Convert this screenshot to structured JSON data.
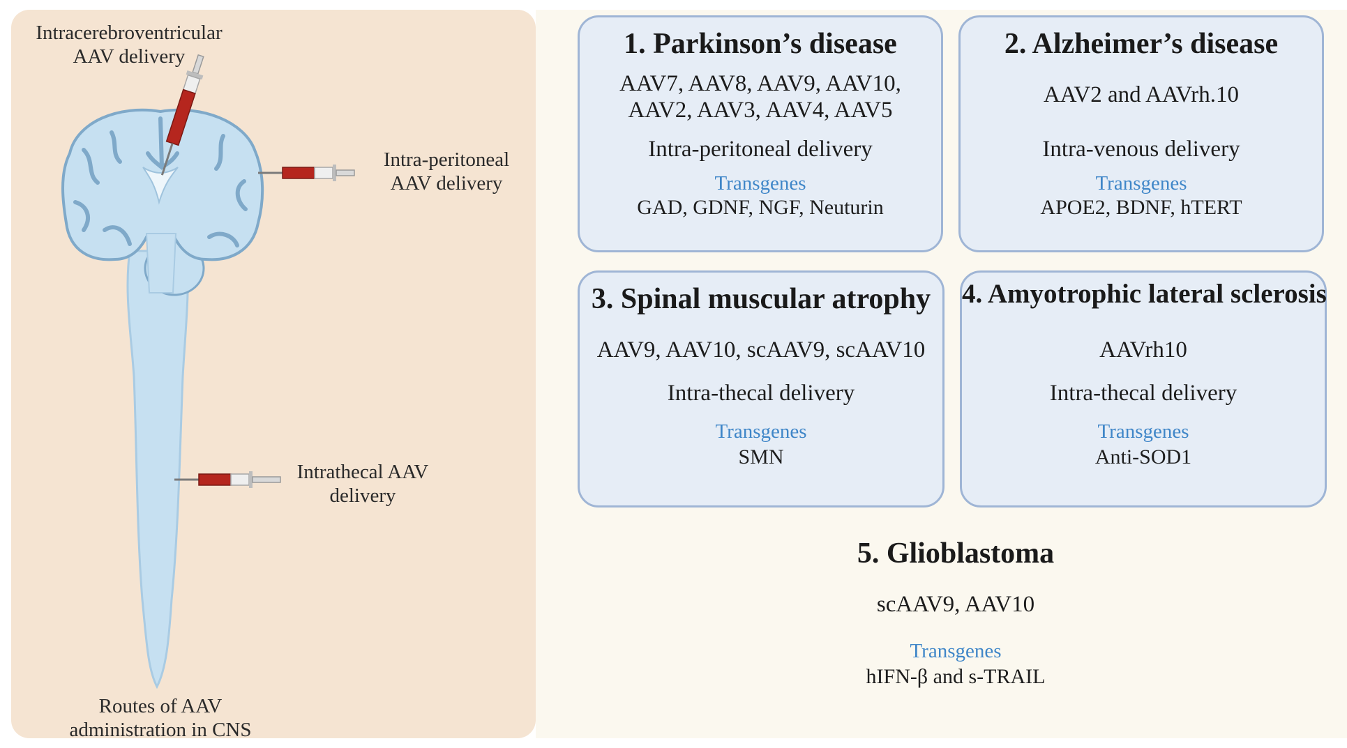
{
  "routes": {
    "icv_line1": "Intracerebroventricular",
    "icv_line2": "AAV delivery",
    "ip_line1": "Intra-peritoneal",
    "ip_line2": "AAV delivery",
    "it_line1": "Intrathecal AAV",
    "it_line2": "delivery",
    "caption_line1": "Routes of AAV",
    "caption_line2": "administration in CNS"
  },
  "diseases": [
    {
      "title": "1.  Parkinson’s disease",
      "serotypes_line1": "AAV7, AAV8, AAV9, AAV10,",
      "serotypes_line2": "AAV2, AAV3, AAV4, AAV5",
      "delivery": "Intra-peritoneal delivery",
      "transgenes_label": "Transgenes",
      "transgenes": "GAD, GDNF, NGF, Neuturin"
    },
    {
      "title": "2. Alzheimer’s disease",
      "serotypes": "AAV2 and AAVrh.10",
      "delivery": "Intra-venous delivery",
      "transgenes_label": "Transgenes",
      "transgenes": "APOE2, BDNF, hTERT"
    },
    {
      "title": "3. Spinal muscular atrophy",
      "serotypes": "AAV9, AAV10, scAAV9, scAAV10",
      "delivery": "Intra-thecal delivery",
      "transgenes_label": "Transgenes",
      "transgenes": "SMN"
    },
    {
      "title": "4. Amyotrophic lateral sclerosis",
      "serotypes": "AAVrh10",
      "delivery": "Intra-thecal delivery",
      "transgenes_label": "Transgenes",
      "transgenes": "Anti-SOD1"
    },
    {
      "title": "5. Glioblastoma",
      "serotypes": "scAAV9, AAV10",
      "transgenes_label": "Transgenes",
      "transgenes": "hIFN-β and s-TRAIL"
    }
  ],
  "colors": {
    "panel_bg": "#f5e4d2",
    "card_bg": "#e6edf6",
    "card_border": "#9fb5d5",
    "cns_fill": "#c6e0f1",
    "syringe_fluid": "#b5261e",
    "transgenes_text": "#3f86c8"
  }
}
